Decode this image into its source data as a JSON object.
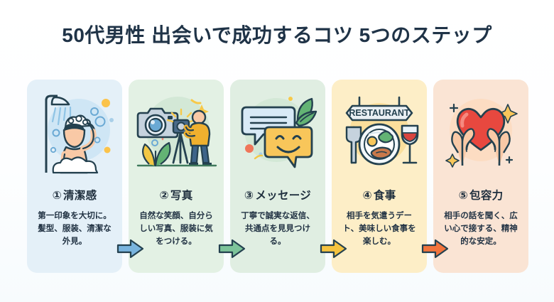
{
  "title": "50代男性 出会いで成功するコツ 5つのステップ",
  "colors": {
    "title_text": "#1f3347",
    "card1_bg": "#e4f0f8",
    "card2_bg": "#e3f1e4",
    "card3_bg": "#e0eee2",
    "card4_bg": "#fdeec7",
    "card5_bg": "#fae4d4",
    "arrow1": "#79b4de",
    "arrow2": "#7dc49a",
    "arrow3": "#f5c33f",
    "arrow4": "#f2743c",
    "outline": "#24414f",
    "heart_red": "#e8483f",
    "skin": "#f9c9a6",
    "page_bg": "#fbfdfe"
  },
  "steps": [
    {
      "number": "①",
      "heading": "清潔感",
      "desc": "第一印象を大切に。髪型、服装、清潔な外見。",
      "icon": "shower-person-icon"
    },
    {
      "number": "②",
      "heading": "写真",
      "desc": "自然な笑顔、自分らしい写真、服装に気をつける。",
      "icon": "camera-photographer-icon"
    },
    {
      "number": "③",
      "heading": "メッセージ",
      "desc": "丁寧で誠実な返信、共通点を見見つける。",
      "icon": "speech-bubbles-icon"
    },
    {
      "number": "④",
      "heading": "食事",
      "desc": "相手を気遣うデート、美味しい食事を楽しむ。",
      "icon": "restaurant-meal-icon",
      "sign_label": "RESTAURANT"
    },
    {
      "number": "⑤",
      "heading": "包容力",
      "desc": "相手の話を聞く、広い心で接する、精神的な安定。",
      "icon": "hands-heart-icon"
    }
  ],
  "arrows": [
    {
      "name": "arrow-step1-to-step2",
      "color": "#79b4de"
    },
    {
      "name": "arrow-step2-to-step3",
      "color": "#7dc49a"
    },
    {
      "name": "arrow-step3-to-step4",
      "color": "#f5c33f"
    },
    {
      "name": "arrow-step4-to-step5",
      "color": "#f2743c"
    }
  ]
}
